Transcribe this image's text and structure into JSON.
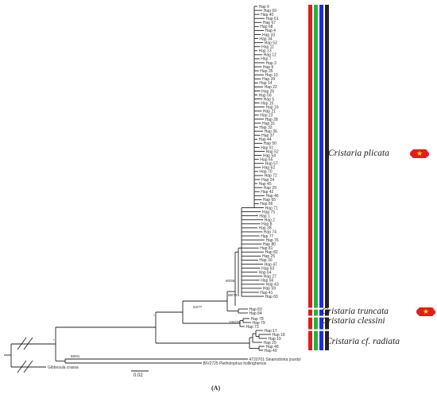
{
  "panel_label": "(A)",
  "scale_bar_label": "0.02",
  "clade_labels": [
    "Cristaria plicata",
    "Cristaria truncata",
    "Cristaria clessini",
    "Cristaria cf. radiata"
  ],
  "flag_star_glyph": "★",
  "colors": {
    "bar_red": "#e01c1c",
    "bar_green": "#27b33b",
    "bar_blue": "#1f2fd6",
    "bar_black": "#222222",
    "flag": "#e21d1d",
    "star": "#ffe400"
  },
  "plicata_haplotypes": [
    "Hap 9",
    "Hap 69",
    "Hap 40",
    "Hap 61",
    "Hap 67",
    "Hap 68",
    "Hap 4",
    "Hap 33",
    "Hap 34",
    "Hap 53",
    "Hap 11",
    "Hap 13",
    "Hap 12",
    "Hap 7",
    "Hap 3",
    "Hap 6",
    "Hap 35",
    "Hap 10",
    "Hap 39",
    "Hap 14",
    "Hap 22",
    "Hap 26",
    "Hap 58",
    "Hap 5",
    "Hap 15",
    "Hap 16",
    "Hap 21",
    "Hap 23",
    "Hap 28",
    "Hap 31",
    "Hap 32",
    "Hap 36",
    "Hap 37",
    "Hap 44",
    "Hap 50",
    "Hap 51",
    "Hap 52",
    "Hap 54",
    "Hap 55",
    "Hap 57",
    "Hap 62",
    "Hap 70",
    "Hap 72",
    "Hap 24",
    "Hap 45",
    "Hap 29",
    "Hap 42",
    "Hap 46",
    "Hap 65",
    "Hap 66",
    "Hap 71",
    "Hap 75",
    "Hap 1",
    "Hap 2",
    "Hap 8",
    "Hap 38",
    "Hap 74",
    "Hap 77",
    "Hap 76",
    "Hap 80",
    "Hap 81",
    "Hap 82",
    "Hap 25",
    "Hap 30",
    "Hap 47",
    "Hap 63",
    "Hap 64",
    "Hap 27",
    "Hap 56",
    "Hap 43",
    "Hap 59",
    "Hap 41",
    "Hap 60"
  ],
  "truncata_haplotypes": [
    "Hap 83",
    "Hap 84"
  ],
  "clessini_haplotypes": [
    "Hap 78",
    "Hap 79",
    "Hap 73"
  ],
  "radiata_haplotypes": [
    "Hap 17",
    "Hap 18",
    "Hap 19",
    "Hap 20",
    "Hap 48",
    "Hap 49"
  ],
  "outgroups": [
    "4720701 Sinanodonta jourdyi",
    "BIV2725 Pletholophus hollinghensis",
    "Gibbosula crassa"
  ],
  "support_values": [
    "90/98",
    "99/79",
    "64/77",
    "100/79",
    "88/91",
    "*",
    "*"
  ]
}
